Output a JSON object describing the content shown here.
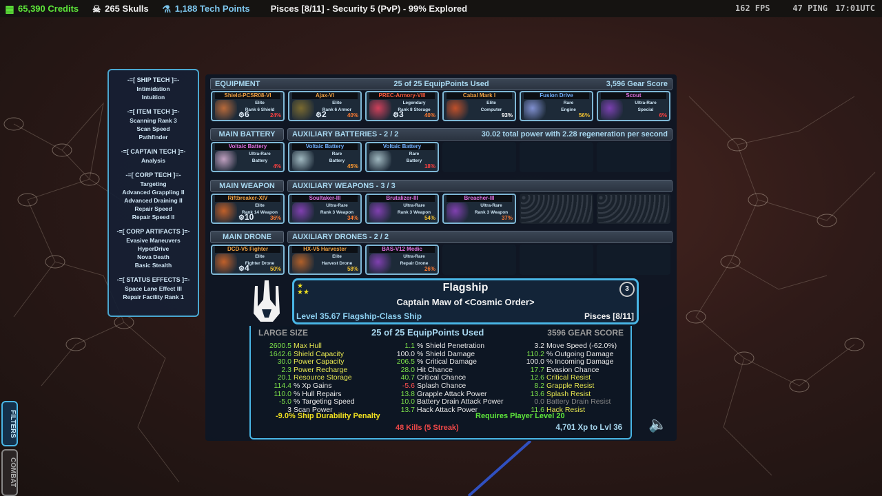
{
  "topbar": {
    "credits": "65,390 Credits",
    "skulls": "265 Skulls",
    "tech_points": "1,188 Tech Points",
    "location": "Pisces [8/11] - Security 5 (PvP) - 99% Explored",
    "fps": "162 FPS",
    "ping": "47 PING",
    "time": "17:01UTC"
  },
  "tech_panel": [
    {
      "header": "-=[ SHIP TECH ]=-",
      "items": [
        "Intimidation",
        "Intuition"
      ]
    },
    {
      "header": "-=[ ITEM TECH ]=-",
      "items": [
        "Scanning Rank 3",
        "Scan Speed",
        "Pathfinder"
      ]
    },
    {
      "header": "-=[ CAPTAIN TECH ]=-",
      "items": [
        "Analysis"
      ]
    },
    {
      "header": "-=[ CORP TECH ]=-",
      "items": [
        "Targeting",
        "Advanced Grappling II",
        "Advanced Draining II",
        "Repair Speed",
        "Repair Speed II"
      ]
    },
    {
      "header": "-=[ CORP ARTIFACTS ]=-",
      "items": [
        "Evasive Maneuvers",
        "HyperDrive",
        "Nova Death",
        "Basic Stealth"
      ]
    },
    {
      "header": "-=[ STATUS EFFECTS ]=-",
      "items": [
        "Space Lane Effect III",
        "Repair Facility Rank 1"
      ]
    }
  ],
  "equipment": {
    "title": "EQUIPMENT",
    "points": "25 of 25 EquipPoints Used",
    "gear_score": "3,596 Gear Score",
    "items": [
      {
        "name": "Shield-PCSR08-VI",
        "rarity": "Elite",
        "type": "Rank 6 Shield",
        "rank": "6",
        "pct": "24%",
        "name_color": "#f0a040",
        "pct_color": "#ff4040",
        "pic": "#b86a3a"
      },
      {
        "name": "Ajax-VI",
        "rarity": "Elite",
        "type": "Rank 6 Armor",
        "rank": "2",
        "pct": "40%",
        "name_color": "#f0a040",
        "pct_color": "#ff7a30",
        "pic": "#7a6a30"
      },
      {
        "name": "PREC-Armory-VIII",
        "rarity": "Legendary",
        "type": "Rank 8 Storage",
        "rank": "3",
        "pct": "40%",
        "name_color": "#ff5a3a",
        "pct_color": "#ff7a30",
        "pic": "#d0405a"
      },
      {
        "name": "Cabal Mark I",
        "rarity": "Elite",
        "type": "Computer",
        "rank": "",
        "pct": "93%",
        "name_color": "#f0a040",
        "pct_color": "#ffffff",
        "pic": "#c0502a"
      },
      {
        "name": "Fusion Drive",
        "rarity": "Rare",
        "type": "Engine",
        "rank": "",
        "pct": "56%",
        "name_color": "#70b0ff",
        "pct_color": "#f0c030",
        "pic": "#8090d0"
      },
      {
        "name": "Scout",
        "rarity": "Ultra-Rare",
        "type": "Special",
        "rank": "",
        "pct": "6%",
        "name_color": "#e070e0",
        "pct_color": "#ff4040",
        "pic": "#7a40b0"
      }
    ]
  },
  "batteries": {
    "main_label": "MAIN BATTERY",
    "aux_label": "AUXILIARY BATTERIES - 2 / 2",
    "power_info": "30.02 total power with 2.28 regeneration per second",
    "items": [
      {
        "name": "Voltaic Battery",
        "rarity": "Ultra-Rare",
        "type": "Battery",
        "rank": "",
        "pct": "4%",
        "name_color": "#e070e0",
        "pct_color": "#ff4040",
        "pic": "#c0a0c0"
      },
      {
        "name": "Voltaic Battery",
        "rarity": "Rare",
        "type": "Battery",
        "rank": "",
        "pct": "45%",
        "name_color": "#70b0ff",
        "pct_color": "#ff9a30",
        "pic": "#a0b8c0"
      },
      {
        "name": "Voltaic Battery",
        "rarity": "Rare",
        "type": "Battery",
        "rank": "",
        "pct": "18%",
        "name_color": "#70b0ff",
        "pct_color": "#ff4040",
        "pic": "#a0b8c0"
      }
    ]
  },
  "weapons": {
    "main_label": "MAIN WEAPON",
    "aux_label": "AUXILIARY WEAPONS - 3 / 3",
    "items": [
      {
        "name": "Riftbreaker-XIV",
        "rarity": "Elite",
        "type": "Rank 14 Weapon",
        "rank": "10",
        "pct": "36%",
        "name_color": "#f0a040",
        "pct_color": "#ff7a30",
        "pic": "#c0602a"
      },
      {
        "name": "Soultaker-III",
        "rarity": "Ultra-Rare",
        "type": "Rank 3 Weapon",
        "rank": "",
        "pct": "34%",
        "name_color": "#e070e0",
        "pct_color": "#ff7a30",
        "pic": "#8040b0"
      },
      {
        "name": "Brutalizer-III",
        "rarity": "Ultra-Rare",
        "type": "Rank 3 Weapon",
        "rank": "",
        "pct": "54%",
        "name_color": "#e070e0",
        "pct_color": "#f0c030",
        "pic": "#8040b0"
      },
      {
        "name": "Breacher-III",
        "rarity": "Ultra-Rare",
        "type": "Rank 3 Weapon",
        "rank": "",
        "pct": "37%",
        "name_color": "#e070e0",
        "pct_color": "#ff7a30",
        "pic": "#8040b0"
      }
    ]
  },
  "drones": {
    "main_label": "MAIN DRONE",
    "aux_label": "AUXILIARY DRONES - 2 / 2",
    "items": [
      {
        "name": "DCD-V5 Fighter",
        "rarity": "Elite",
        "type": "Fighter Drone",
        "rank": "4",
        "pct": "50%",
        "name_color": "#f0a040",
        "pct_color": "#f0c030",
        "pic": "#c0602a"
      },
      {
        "name": "HX-V5 Harvester",
        "rarity": "Elite",
        "type": "Harvest Drone",
        "rank": "",
        "pct": "58%",
        "name_color": "#f0a040",
        "pct_color": "#f0c030",
        "pic": "#b0602a"
      },
      {
        "name": "BAS-V12 Medic",
        "rarity": "Ultra-Rare",
        "type": "Repair Drone",
        "rank": "",
        "pct": "26%",
        "name_color": "#e070e0",
        "pct_color": "#ff7a30",
        "pic": "#8040b0"
      }
    ]
  },
  "ship": {
    "class": "Flagship",
    "captain": "Captain Maw of <Cosmic Order>",
    "level": "Level 35.67 Flagship-Class Ship",
    "location": "Pisces [8/11]",
    "badge": "3",
    "size": "LARGE SIZE",
    "points": "25 of 25 EquipPoints Used",
    "gear_score": "3596 GEAR SCORE",
    "penalty": "-9.0% Ship Durability Penalty",
    "requires": "Requires Player Level 20",
    "kills": "48 Kills (5 Streak)",
    "xp": "4,701 Xp to Lvl 36"
  },
  "stats": {
    "col1": [
      {
        "v": "2600.5",
        "l": "Max Hull",
        "vc": "#7ce04a",
        "lc": "#e6e650"
      },
      {
        "v": "1642.6",
        "l": "Shield Capacity",
        "vc": "#7ce04a",
        "lc": "#e6e650"
      },
      {
        "v": "30.0",
        "l": "Power Capacity",
        "vc": "#7ce04a",
        "lc": "#e6e650"
      },
      {
        "v": "2.3",
        "l": "Power Recharge",
        "vc": "#7ce04a",
        "lc": "#e6e650"
      },
      {
        "v": "20.1",
        "l": "Resource Storage",
        "vc": "#7ce04a",
        "lc": "#e6e650"
      },
      {
        "v": "114.4",
        "l": "% Xp Gains",
        "vc": "#7ce04a",
        "lc": "#e8e8e8"
      },
      {
        "v": "110.0",
        "l": "% Hull Repairs",
        "vc": "#7ce04a",
        "lc": "#e8e8e8"
      },
      {
        "v": "-5.0",
        "l": "% Targeting Speed",
        "vc": "#7ce04a",
        "lc": "#e8e8e8"
      },
      {
        "v": "3",
        "l": "Scan Power",
        "vc": "#e8e8e8",
        "lc": "#e8e8e8"
      }
    ],
    "col2": [
      {
        "v": "1.1",
        "l": "% Shield Penetration",
        "vc": "#7ce04a",
        "lc": "#e8e8e8"
      },
      {
        "v": "100.0",
        "l": "% Shield Damage",
        "vc": "#e8e8e8",
        "lc": "#e8e8e8"
      },
      {
        "v": "206.5",
        "l": "% Critical Damage",
        "vc": "#7ce04a",
        "lc": "#e8e8e8"
      },
      {
        "v": "28.0",
        "l": "Hit Chance",
        "vc": "#7ce04a",
        "lc": "#e8e8e8"
      },
      {
        "v": "40.7",
        "l": "Critical Chance",
        "vc": "#7ce04a",
        "lc": "#e8e8e8"
      },
      {
        "v": "-5.6",
        "l": "Splash Chance",
        "vc": "#ff5050",
        "lc": "#e8e8e8"
      },
      {
        "v": "13.8",
        "l": "Grapple Attack Power",
        "vc": "#7ce04a",
        "lc": "#e8e8e8"
      },
      {
        "v": "10.0",
        "l": "Battery Drain Attack Power",
        "vc": "#7ce04a",
        "lc": "#e8e8e8"
      },
      {
        "v": "13.7",
        "l": "Hack Attack Power",
        "vc": "#7ce04a",
        "lc": "#e8e8e8"
      }
    ],
    "col3": [
      {
        "v": "3.2",
        "l": "Move Speed (-62.0%)",
        "vc": "#e8e8e8",
        "lc": "#e8e8e8"
      },
      {
        "v": "110.2",
        "l": "% Outgoing Damage",
        "vc": "#7ce04a",
        "lc": "#e8e8e8"
      },
      {
        "v": "100.0",
        "l": "% Incoming Damage",
        "vc": "#e8e8e8",
        "lc": "#e8e8e8"
      },
      {
        "v": "17.7",
        "l": "Evasion Chance",
        "vc": "#7ce04a",
        "lc": "#e8e8e8"
      },
      {
        "v": "12.6",
        "l": "Critical Resist",
        "vc": "#7ce04a",
        "lc": "#e6e650"
      },
      {
        "v": "8.2",
        "l": "Grapple Resist",
        "vc": "#7ce04a",
        "lc": "#e6e650"
      },
      {
        "v": "13.6",
        "l": "Splash Resist",
        "vc": "#7ce04a",
        "lc": "#e6e650"
      },
      {
        "v": "0.0",
        "l": "Battery Drain Resist",
        "vc": "#888888",
        "lc": "#888888"
      },
      {
        "v": "11.6",
        "l": "Hack Resist",
        "vc": "#7ce04a",
        "lc": "#e6e650"
      }
    ]
  },
  "side_tabs": {
    "filters": "FILTERS",
    "combat": "COMBAT"
  },
  "colors": {
    "accent": "#49b6e6",
    "credits": "#5ee83a",
    "tech": "#7ec8f0"
  }
}
